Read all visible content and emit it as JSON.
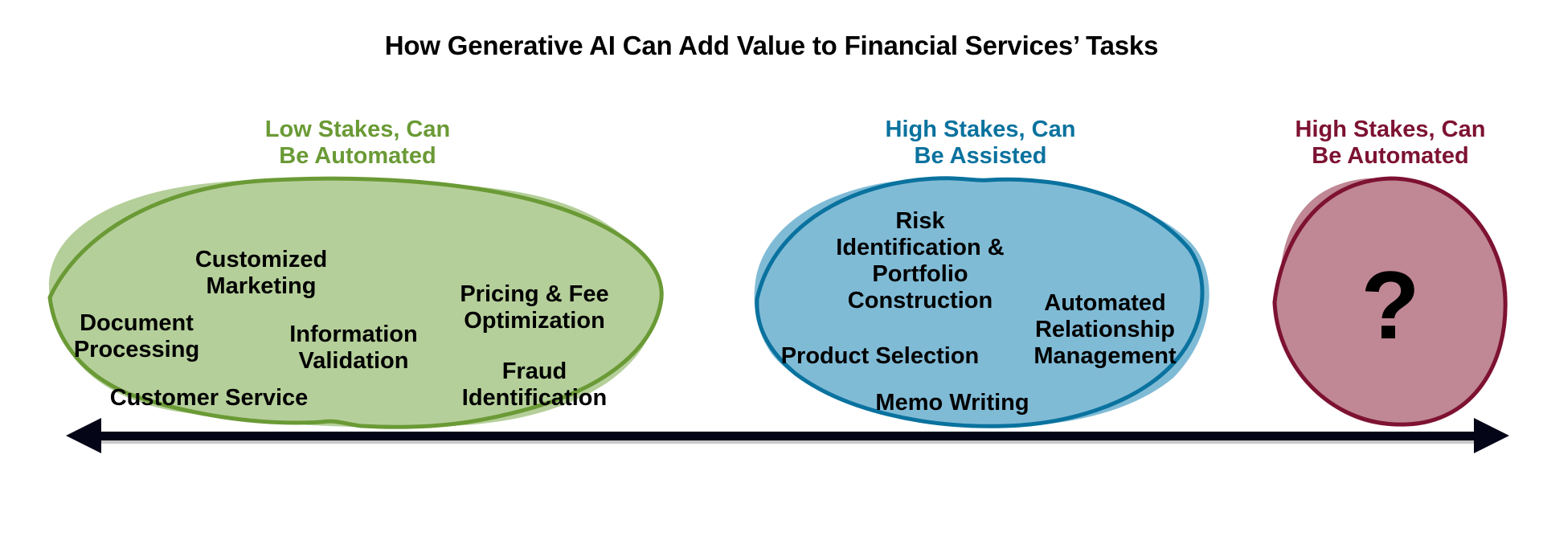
{
  "title": "How Generative AI Can Add Value to Financial Services’ Tasks",
  "colors": {
    "low_stakes_automated": "#6a9a35",
    "low_stakes_fill": "#b5cf9a",
    "high_stakes_assisted": "#0a729e",
    "high_stakes_assisted_fill": "#80bbd6",
    "high_stakes_automated": "#7d1232",
    "high_stakes_automated_fill": "#c08794",
    "axis": "#050518"
  },
  "groups": [
    {
      "id": "low-stakes-automated",
      "label": "Low Stakes, Can\nBe Automated",
      "tasks": [
        "Customized\nMarketing",
        "Document\nProcessing",
        "Information\nValidation",
        "Pricing & Fee\nOptimization",
        "Fraud\nIdentification",
        "Customer Service"
      ]
    },
    {
      "id": "high-stakes-assisted",
      "label": "High Stakes, Can\nBe Assisted",
      "tasks": [
        "Risk\nIdentification &\nPortfolio\nConstruction",
        "Automated\nRelationship\nManagement",
        "Product Selection",
        "Memo Writing"
      ]
    },
    {
      "id": "high-stakes-automated",
      "label": "High Stakes, Can\nBe Automated",
      "tasks": [],
      "placeholder": "?"
    }
  ],
  "axis": {
    "direction": "bidirectional",
    "meaning": "stakes spectrum from low to high"
  }
}
